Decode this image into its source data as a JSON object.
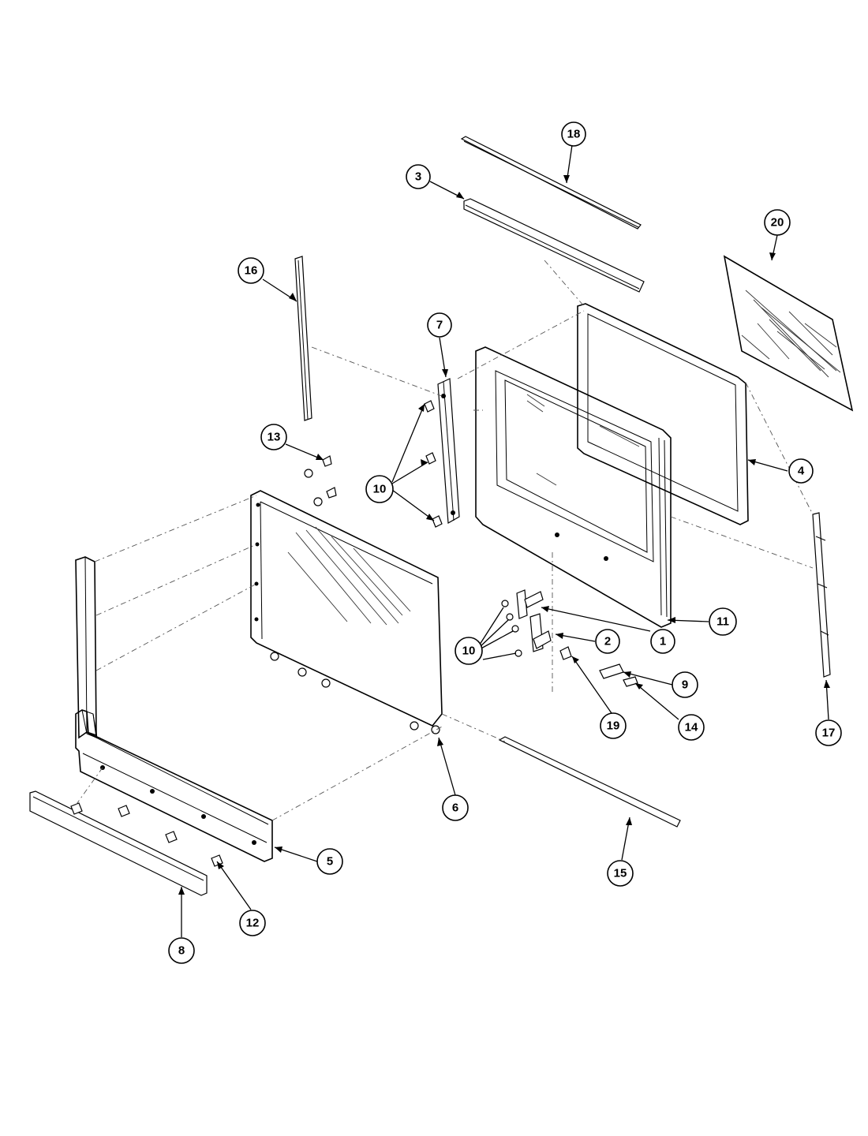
{
  "diagram": {
    "callouts": [
      {
        "id": "18",
        "label": "18"
      },
      {
        "id": "3",
        "label": "3"
      },
      {
        "id": "20",
        "label": "20"
      },
      {
        "id": "16",
        "label": "16"
      },
      {
        "id": "7",
        "label": "7"
      },
      {
        "id": "13",
        "label": "13"
      },
      {
        "id": "4",
        "label": "4"
      },
      {
        "id": "10a",
        "label": "10"
      },
      {
        "id": "10b",
        "label": "10"
      },
      {
        "id": "11",
        "label": "11"
      },
      {
        "id": "1",
        "label": "1"
      },
      {
        "id": "2",
        "label": "2"
      },
      {
        "id": "9",
        "label": "9"
      },
      {
        "id": "14",
        "label": "14"
      },
      {
        "id": "19",
        "label": "19"
      },
      {
        "id": "17",
        "label": "17"
      },
      {
        "id": "6",
        "label": "6"
      },
      {
        "id": "5",
        "label": "5"
      },
      {
        "id": "15",
        "label": "15"
      },
      {
        "id": "12",
        "label": "12"
      },
      {
        "id": "8",
        "label": "8"
      }
    ]
  }
}
